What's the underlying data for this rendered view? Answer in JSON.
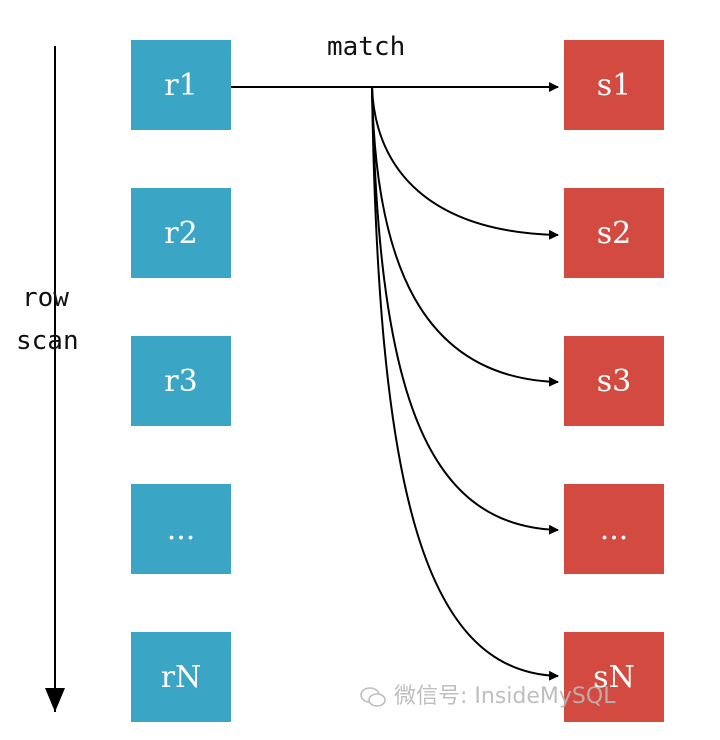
{
  "diagram": {
    "scan_label_line1": "row",
    "scan_label_line2": "scan",
    "match_label": "match",
    "left_boxes": [
      "r1",
      "r2",
      "r3",
      "...",
      "rN"
    ],
    "right_boxes": [
      "s1",
      "s2",
      "s3",
      "...",
      "sN"
    ],
    "left_color": "#3aa5c4",
    "right_color": "#d24a40"
  },
  "watermark": {
    "text": "微信号: InsideMySQL",
    "icon": "wechat-icon"
  }
}
